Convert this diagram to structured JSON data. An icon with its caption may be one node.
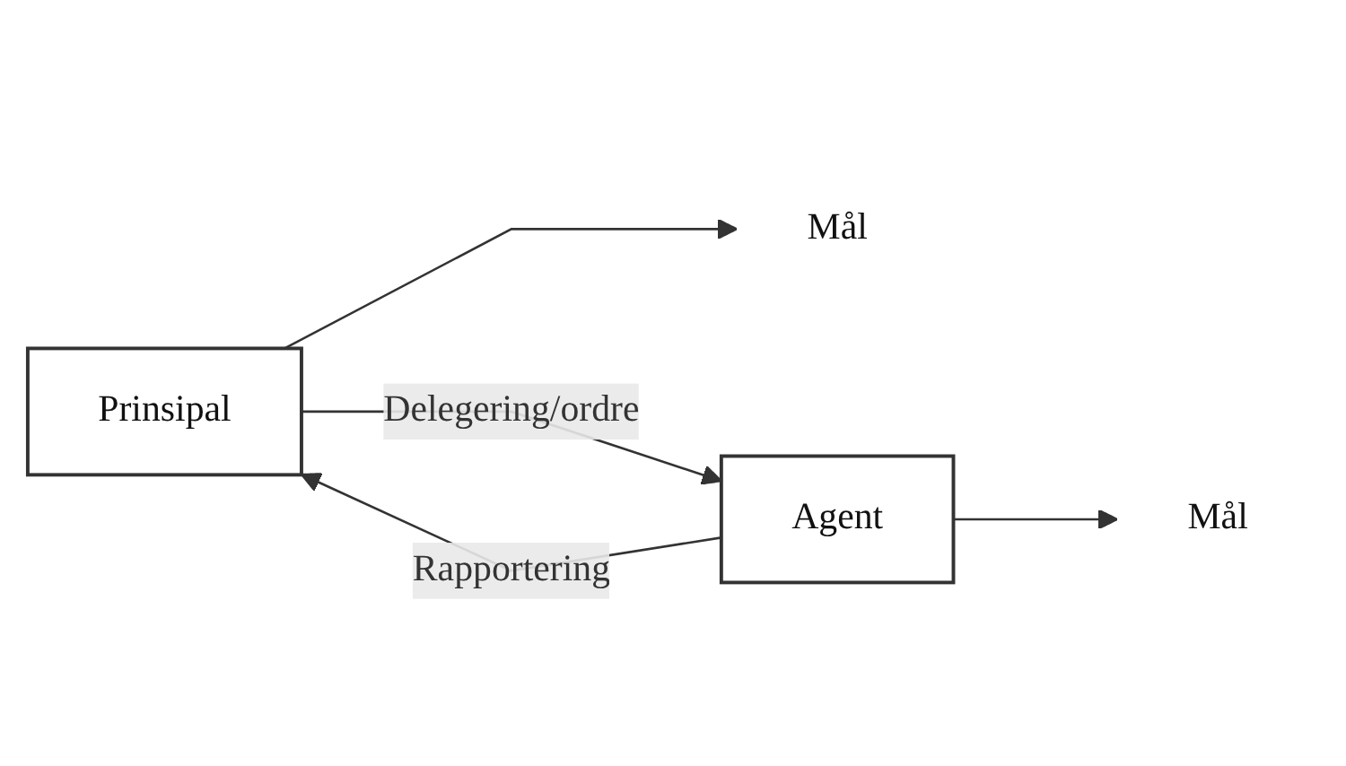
{
  "diagram": {
    "nodes": [
      {
        "text": [
          "Prinsipal"
        ]
      },
      {
        "text": [
          "Mål"
        ]
      },
      {
        "text": [
          "Agent"
        ]
      },
      {
        "text": [
          "Mål"
        ]
      }
    ],
    "edges": [
      {
        "from": 0,
        "to": 1,
        "arrow": "to"
      },
      {
        "from": 2,
        "to": 0,
        "arrow": "to",
        "label": "Rapportering"
      },
      {
        "from": 0,
        "to": 2,
        "arrow": "to",
        "label": "Delegering/ordre"
      },
      {
        "from": 2,
        "to": 3,
        "arrow": "to"
      }
    ]
  }
}
